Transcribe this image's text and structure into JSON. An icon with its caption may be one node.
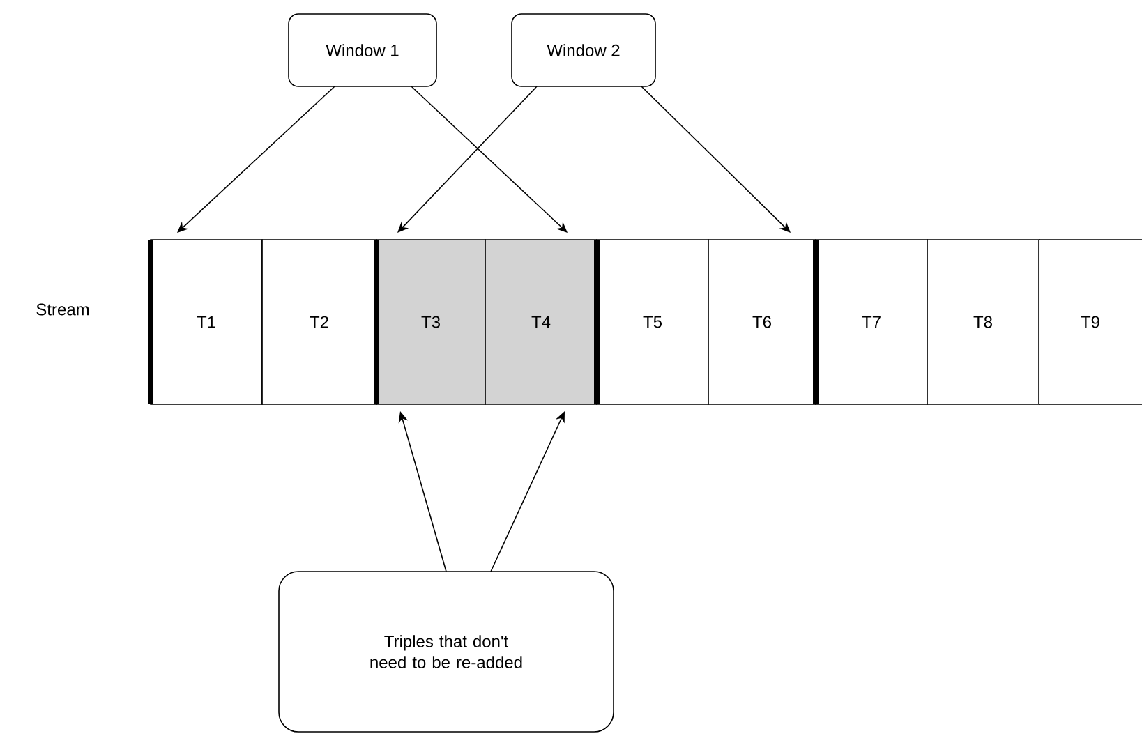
{
  "diagram": {
    "nodes": [
      {
        "text": [
          "Window 1"
        ]
      },
      {
        "text": [
          "Window 2"
        ]
      },
      {
        "text": [
          "T1"
        ]
      },
      {
        "text": [
          "T2"
        ]
      },
      {
        "text": [
          "T3"
        ]
      },
      {
        "text": [
          "T4"
        ]
      },
      {
        "text": [
          "T5"
        ]
      },
      {
        "text": [
          "T6"
        ]
      },
      {
        "text": [
          "T7"
        ]
      },
      {
        "text": [
          "T8"
        ]
      },
      {
        "text": [
          "T9"
        ]
      },
      {
        "text": [
          "Triples that don't need to be re-added"
        ]
      }
    ],
    "edges": [
      {
        "from": 0,
        "to": 2,
        "arrow": "to"
      },
      {
        "from": 0,
        "to": 5,
        "arrow": "to"
      },
      {
        "from": 1,
        "to": 4,
        "arrow": "to"
      },
      {
        "from": 1,
        "to": 7,
        "arrow": "to"
      },
      {
        "from": 11,
        "to": 4,
        "arrow": "to"
      },
      {
        "from": 11,
        "to": 5,
        "arrow": "to"
      }
    ],
    "labels": [
      "Stream"
    ]
  }
}
